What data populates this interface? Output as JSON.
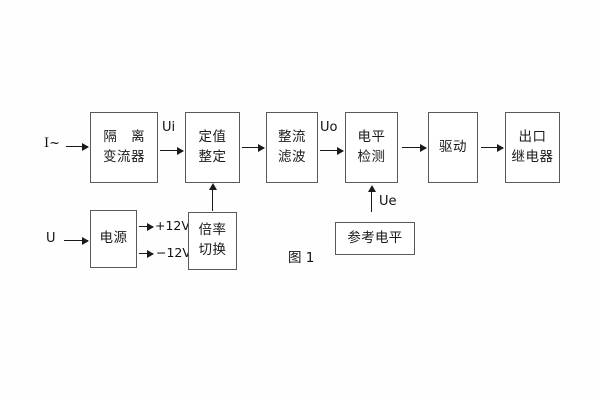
{
  "figure": {
    "caption": "图 1",
    "background_color": "#fefefe",
    "line_color": "#1a1a1a",
    "box_border_color": "#595959"
  },
  "inputs": {
    "current_label": "I~",
    "voltage_label": "U"
  },
  "blocks": {
    "isolation_ct": {
      "line1": "隔 离",
      "line2": "变流器"
    },
    "setting": {
      "line1": "定值",
      "line2": "整定"
    },
    "rectify_filter": {
      "line1": "整流",
      "line2": "滤波"
    },
    "level_detect": {
      "line1": "电平",
      "line2": "检测"
    },
    "driver": {
      "line1": "驱动"
    },
    "output_relay": {
      "line1": "出口",
      "line2": "继电器"
    },
    "power_supply": {
      "line1": "电源"
    },
    "ratio_switch": {
      "line1": "倍率",
      "line2": "切换"
    },
    "reference_level": {
      "line1": "参考电平"
    }
  },
  "signals": {
    "ui": "Ui",
    "uo": "Uo",
    "ue": "Ue",
    "rail_positive": "+12V",
    "rail_negative": "−12V"
  }
}
